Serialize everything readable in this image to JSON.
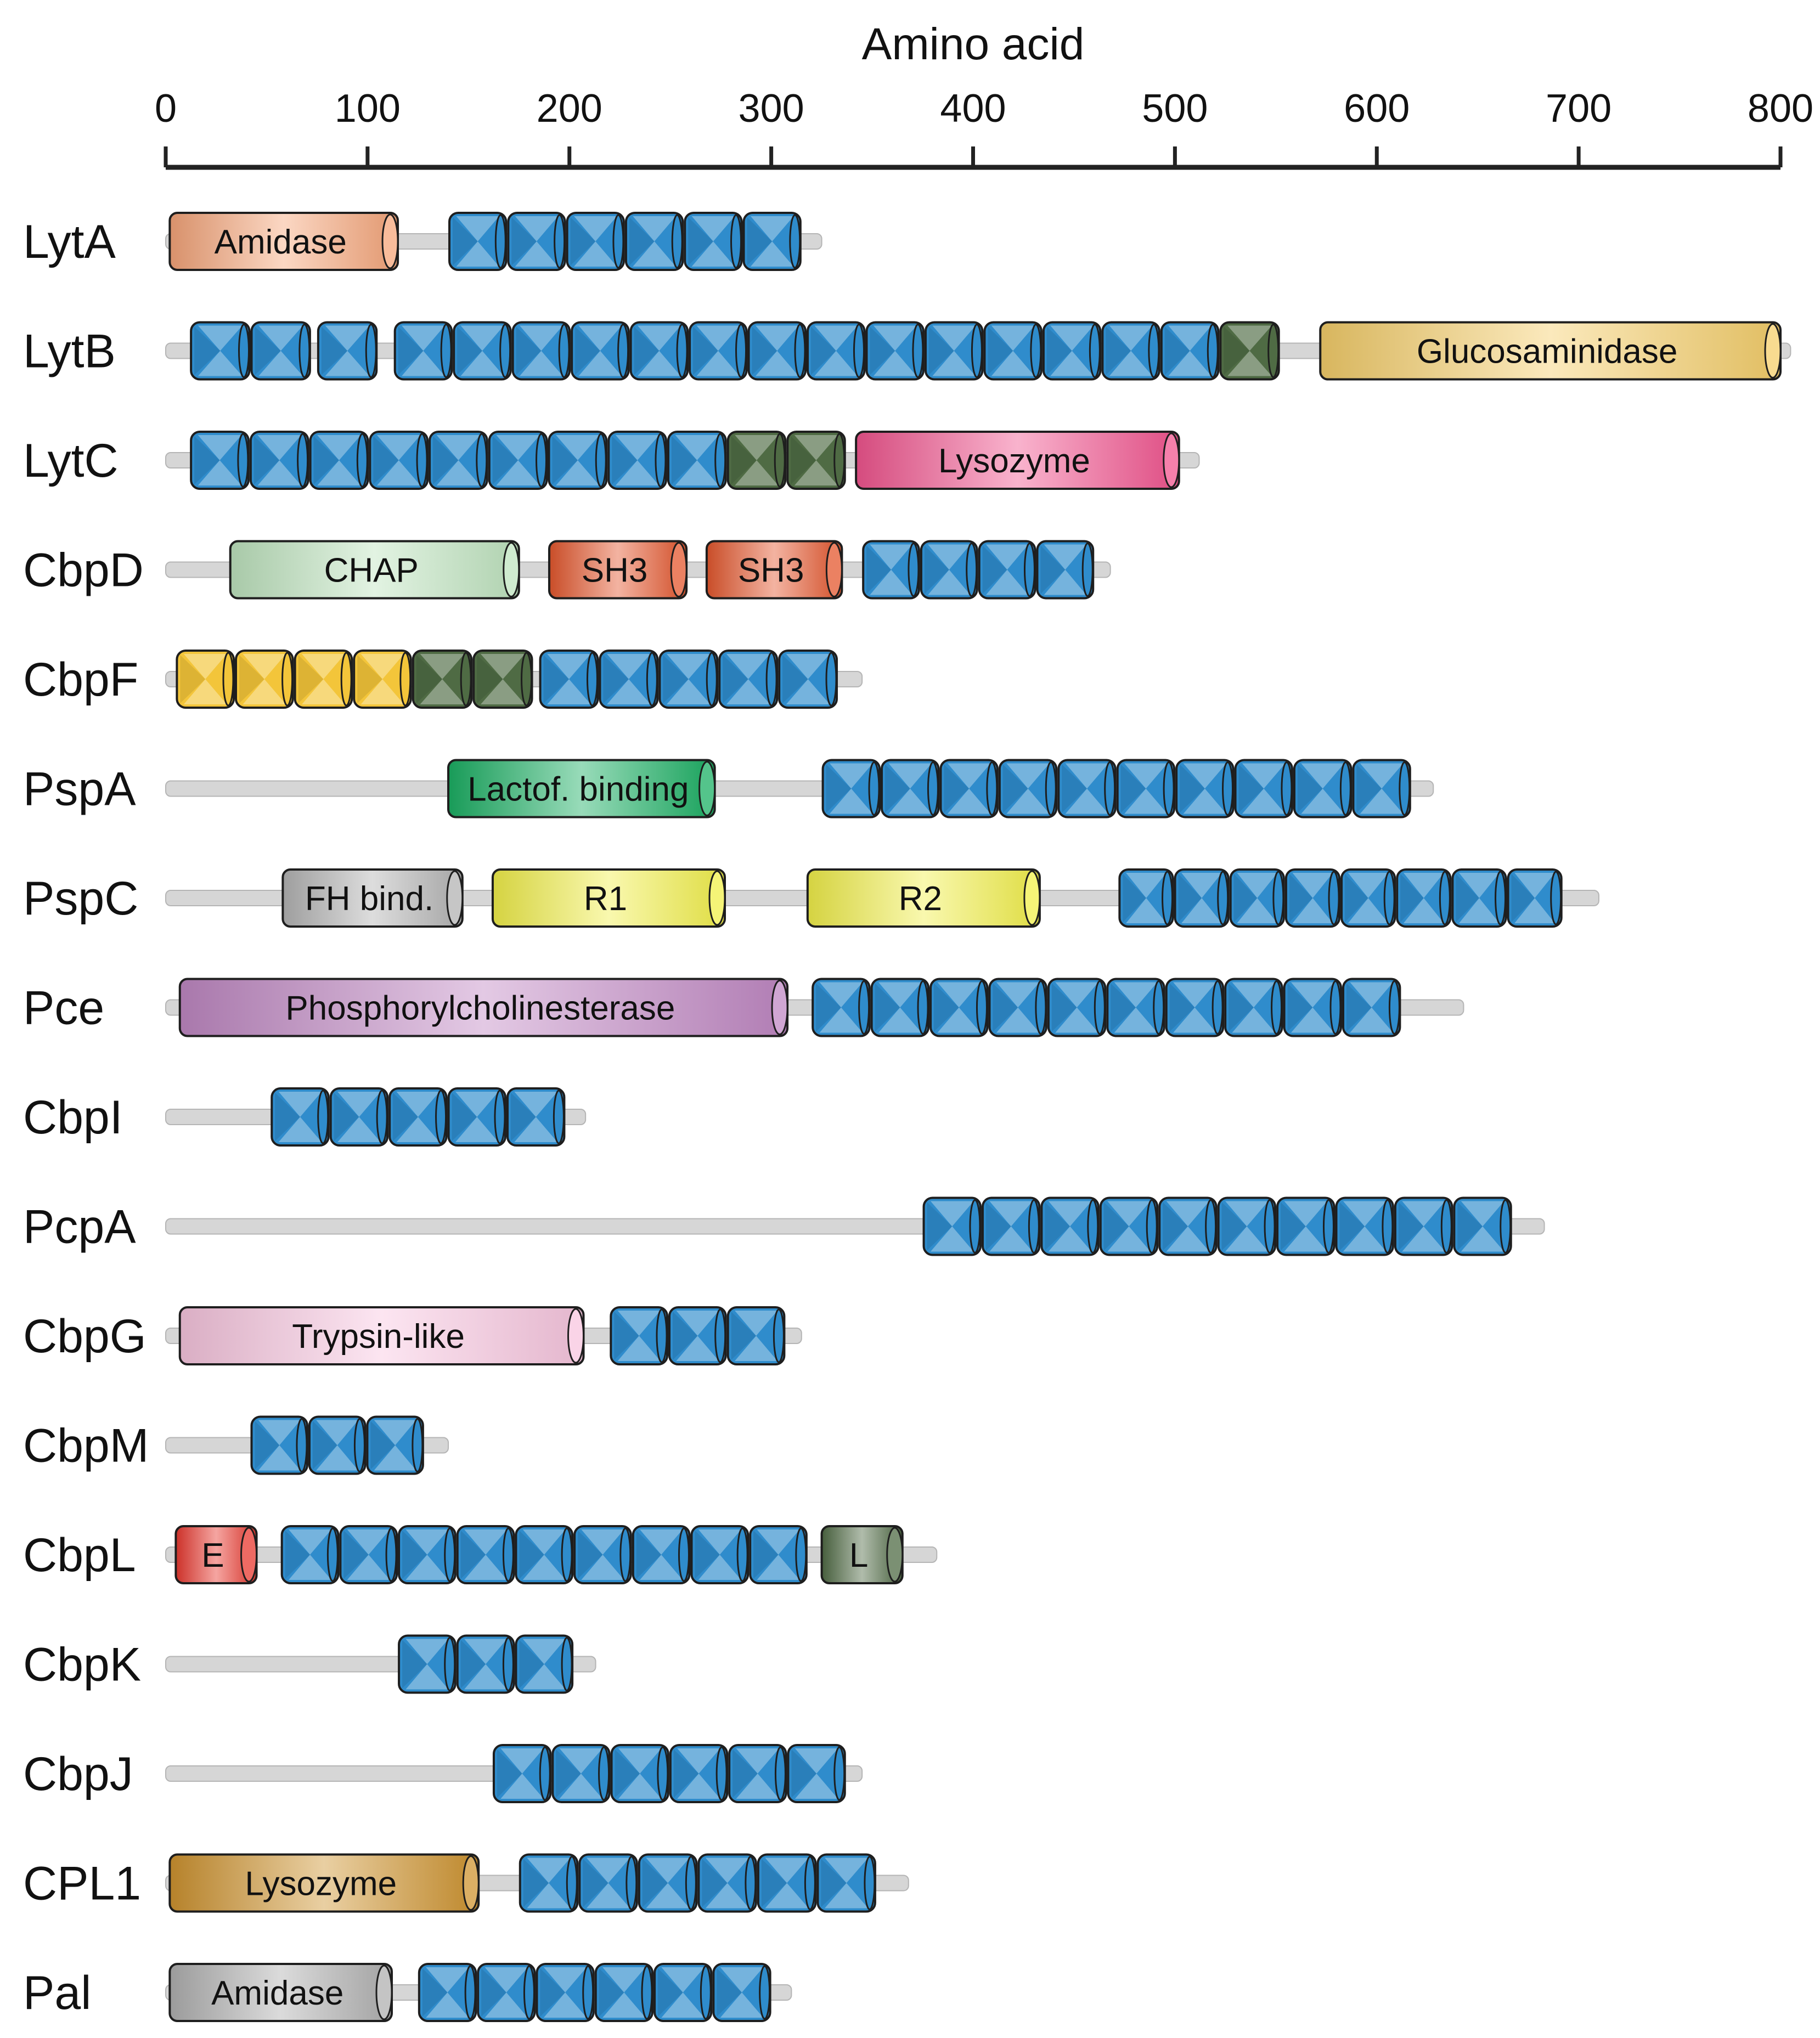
{
  "axis": {
    "title": "Amino acid",
    "min": 0,
    "max": 800,
    "ticks": [
      0,
      100,
      200,
      300,
      400,
      500,
      600,
      700,
      800
    ]
  },
  "colors": {
    "backbone": "#d6d6d6",
    "cbr_repeat": "#2f8ccc",
    "dark_repeat": "#4f6b44",
    "yellow_repeat": "#f3c53a",
    "Amidase_LytA": "#f6a57a",
    "Glucosaminidase": "#f5cf6b",
    "Lysozyme_LytC": "#f2558f",
    "CHAP": "#bfe4bf",
    "SH3": "#e4572e",
    "Lactof_binding": "#1bb064",
    "FH_bind": "#b3b3b3",
    "R1_R2": "#f2f04a",
    "Phosphorylcholinesterase": "#c088c4",
    "Trypsin_like": "#f8c6df",
    "E": "#e8382f",
    "L": "#4f6b44",
    "Lysozyme_CPL1": "#cf9430",
    "Amidase_Pal": "#b0b0b0"
  },
  "proteins": [
    {
      "name": "LytA",
      "length": 325,
      "domains": [
        {
          "type": "labeled",
          "label": "Amidase",
          "start": 2,
          "end": 115,
          "color": "#f6a57a"
        },
        {
          "type": "repeats",
          "start": 140,
          "end": 315,
          "count": 6,
          "color": "#2f8ccc"
        }
      ]
    },
    {
      "name": "LytB",
      "length": 805,
      "domains": [
        {
          "type": "repeats",
          "start": 12,
          "end": 72,
          "count": 2,
          "color": "#2f8ccc"
        },
        {
          "type": "repeats",
          "start": 75,
          "end": 105,
          "count": 1,
          "color": "#2f8ccc"
        },
        {
          "type": "repeats",
          "start": 113,
          "end": 522,
          "count": 14,
          "color": "#2f8ccc"
        },
        {
          "type": "repeats",
          "start": 522,
          "end": 552,
          "count": 1,
          "color": "#4f6b44"
        },
        {
          "type": "labeled",
          "label": "Glucosaminidase",
          "start": 572,
          "end": 800,
          "color": "#f5cf6b"
        }
      ]
    },
    {
      "name": "LytC",
      "length": 512,
      "domains": [
        {
          "type": "repeats",
          "start": 12,
          "end": 278,
          "count": 9,
          "color": "#2f8ccc"
        },
        {
          "type": "repeats",
          "start": 278,
          "end": 337,
          "count": 2,
          "color": "#4f6b44"
        },
        {
          "type": "labeled",
          "label": "Lysozyme",
          "start": 342,
          "end": 502,
          "color": "#f2558f"
        }
      ]
    },
    {
      "name": "CbpD",
      "length": 468,
      "domains": [
        {
          "type": "labeled",
          "label": "CHAP",
          "start": 32,
          "end": 175,
          "color": "#bfe4bf"
        },
        {
          "type": "labeled",
          "label": "SH3",
          "start": 190,
          "end": 258,
          "color": "#e4572e"
        },
        {
          "type": "labeled",
          "label": "SH3",
          "start": 268,
          "end": 335,
          "color": "#e4572e"
        },
        {
          "type": "repeats",
          "start": 345,
          "end": 460,
          "count": 4,
          "color": "#2f8ccc"
        }
      ]
    },
    {
      "name": "CbpF",
      "length": 345,
      "domains": [
        {
          "type": "repeats",
          "start": 5,
          "end": 122,
          "count": 4,
          "color": "#f3c53a"
        },
        {
          "type": "repeats",
          "start": 122,
          "end": 182,
          "count": 2,
          "color": "#4f6b44"
        },
        {
          "type": "repeats",
          "start": 185,
          "end": 333,
          "count": 5,
          "color": "#2f8ccc"
        }
      ]
    },
    {
      "name": "PspA",
      "length": 628,
      "domains": [
        {
          "type": "labeled",
          "label": "Lactof. binding",
          "start": 140,
          "end": 272,
          "color": "#1bb064"
        },
        {
          "type": "repeats",
          "start": 325,
          "end": 617,
          "count": 10,
          "color": "#2f8ccc"
        }
      ]
    },
    {
      "name": "PspC",
      "length": 710,
      "domains": [
        {
          "type": "labeled",
          "label": "FH bind.",
          "start": 58,
          "end": 147,
          "color": "#b3b3b3"
        },
        {
          "type": "labeled",
          "label": "R1",
          "start": 162,
          "end": 277,
          "color": "#f2f04a"
        },
        {
          "type": "labeled",
          "label": "R2",
          "start": 318,
          "end": 433,
          "color": "#f2f04a"
        },
        {
          "type": "repeats",
          "start": 472,
          "end": 692,
          "count": 8,
          "color": "#2f8ccc"
        }
      ]
    },
    {
      "name": "Pce",
      "length": 643,
      "domains": [
        {
          "type": "labeled",
          "label": "Phosphorylcholinesterase",
          "start": 7,
          "end": 308,
          "color": "#c088c4"
        },
        {
          "type": "repeats",
          "start": 320,
          "end": 612,
          "count": 10,
          "color": "#2f8ccc"
        }
      ]
    },
    {
      "name": "CbpI",
      "length": 208,
      "domains": [
        {
          "type": "repeats",
          "start": 52,
          "end": 198,
          "count": 5,
          "color": "#2f8ccc"
        }
      ]
    },
    {
      "name": "PcpA",
      "length": 683,
      "domains": [
        {
          "type": "repeats",
          "start": 375,
          "end": 667,
          "count": 10,
          "color": "#2f8ccc"
        }
      ]
    },
    {
      "name": "CbpG",
      "length": 315,
      "domains": [
        {
          "type": "labeled",
          "label": "Trypsin-like",
          "start": 7,
          "end": 207,
          "color": "#f8c6df"
        },
        {
          "type": "repeats",
          "start": 220,
          "end": 307,
          "count": 3,
          "color": "#2f8ccc"
        }
      ]
    },
    {
      "name": "CbpM",
      "length": 140,
      "domains": [
        {
          "type": "repeats",
          "start": 42,
          "end": 128,
          "count": 3,
          "color": "#2f8ccc"
        }
      ]
    },
    {
      "name": "CbpL",
      "length": 382,
      "domains": [
        {
          "type": "labeled",
          "label": "E",
          "start": 5,
          "end": 45,
          "color": "#e8382f"
        },
        {
          "type": "repeats",
          "start": 57,
          "end": 318,
          "count": 9,
          "color": "#2f8ccc"
        },
        {
          "type": "labeled",
          "label": "L",
          "start": 325,
          "end": 365,
          "color": "#4f6b44"
        }
      ]
    },
    {
      "name": "CbpK",
      "length": 213,
      "domains": [
        {
          "type": "repeats",
          "start": 115,
          "end": 202,
          "count": 3,
          "color": "#2f8ccc"
        }
      ]
    },
    {
      "name": "CbpJ",
      "length": 345,
      "domains": [
        {
          "type": "repeats",
          "start": 162,
          "end": 337,
          "count": 6,
          "color": "#2f8ccc"
        }
      ]
    },
    {
      "name": "CPL1",
      "length": 368,
      "domains": [
        {
          "type": "labeled",
          "label": "Lysozyme",
          "start": 2,
          "end": 155,
          "color": "#cf9430"
        },
        {
          "type": "repeats",
          "start": 175,
          "end": 352,
          "count": 6,
          "color": "#2f8ccc"
        }
      ]
    },
    {
      "name": "Pal",
      "length": 310,
      "domains": [
        {
          "type": "labeled",
          "label": "Amidase",
          "start": 2,
          "end": 112,
          "color": "#b0b0b0"
        },
        {
          "type": "repeats",
          "start": 125,
          "end": 300,
          "count": 6,
          "color": "#2f8ccc"
        }
      ]
    }
  ]
}
